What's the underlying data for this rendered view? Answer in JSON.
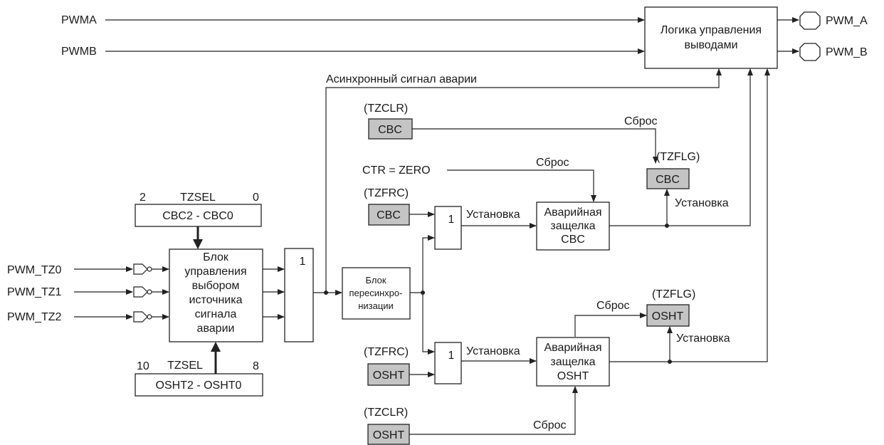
{
  "signals": {
    "pwma": "PWMA",
    "pwmb": "PWMB",
    "pwm_a": "PWM_A",
    "pwm_b": "PWM_B",
    "tz0": "PWM_TZ0",
    "tz1": "PWM_TZ1",
    "tz2": "PWM_TZ2",
    "async": "Асинхронный сигнал аварии",
    "ctr_zero": "CTR = ZERO"
  },
  "blocks": {
    "output_logic": [
      "Логика управления",
      "выводами"
    ],
    "source_select": [
      "Блок",
      "управления",
      "выбором",
      "источника",
      "сигнала",
      "аварии"
    ],
    "or_main": "1",
    "resync": [
      "Блок",
      "пересинхро-",
      "низации"
    ],
    "or_cbc": "1",
    "or_osht": "1",
    "latch_cbc": [
      "Аварийная",
      "защелка",
      "CBC"
    ],
    "latch_osht": [
      "Аварийная",
      "защелка",
      "OSHT"
    ]
  },
  "registers": {
    "tzsel_top": {
      "name": "TZSEL",
      "hi": "2",
      "lo": "0",
      "field": "CBC2 - CBC0"
    },
    "tzsel_bottom": {
      "name": "TZSEL",
      "hi": "10",
      "lo": "8",
      "field": "OSHT2 - OSHT0"
    },
    "tzclr_cbc": {
      "name": "(TZCLR)",
      "field": "CBC"
    },
    "tzflg_cbc": {
      "name": "(TZFLG)",
      "field": "CBC"
    },
    "tzfrc_cbc": {
      "name": "(TZFRC)",
      "field": "CBC"
    },
    "tzflg_osht": {
      "name": "(TZFLG)",
      "field": "OSHT"
    },
    "tzfrc_osht": {
      "name": "(TZFRC)",
      "field": "OSHT"
    },
    "tzclr_osht": {
      "name": "(TZCLR)",
      "field": "OSHT"
    }
  },
  "labels": {
    "reset": "Сброс",
    "set": "Установка"
  }
}
